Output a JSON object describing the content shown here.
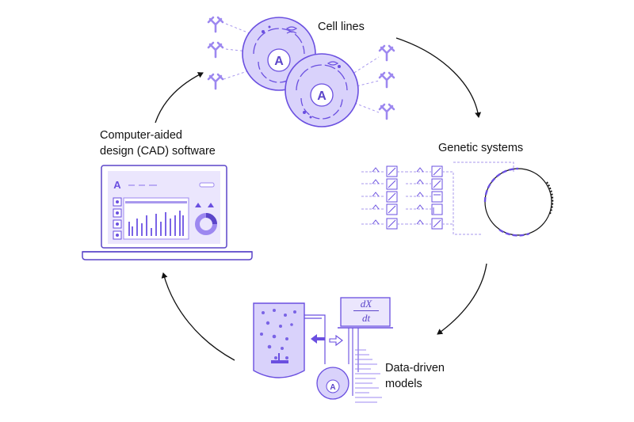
{
  "stages": {
    "cell_lines": "Cell lines",
    "genetic_systems": "Genetic systems",
    "data_driven_models": [
      "Data-driven",
      "models"
    ],
    "cad_software": [
      "Computer-aided",
      "design (CAD) software"
    ]
  },
  "equation": {
    "numerator": "dX",
    "denominator": "dt"
  },
  "logo_letter": "A",
  "colors": {
    "accent": "#6a4fe0",
    "accent_light": "#d9d2fb",
    "accent_mid": "#9d88f0",
    "dark_accent": "#4d36b8",
    "text": "#111111"
  },
  "icons": [
    "antibody-icon",
    "cell-icon",
    "logo-icon",
    "circuit-icon",
    "plasmid-icon",
    "laptop-icon",
    "bioreactor-icon",
    "cycle-arrow-icon"
  ]
}
